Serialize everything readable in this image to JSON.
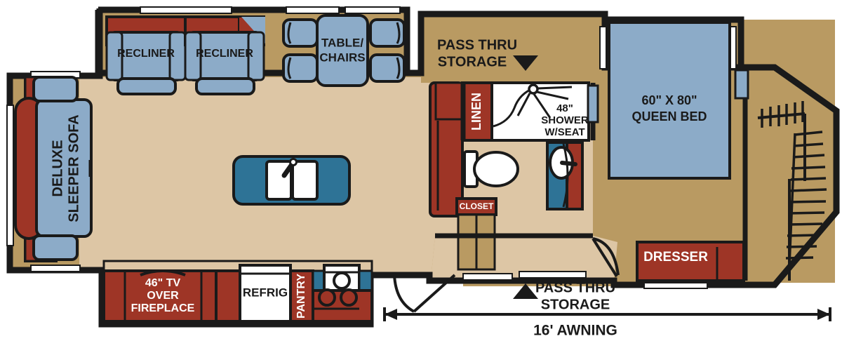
{
  "plan": {
    "title": "RV Fifth Wheel Floorplan",
    "colors": {
      "wall": "#1a1a1a",
      "floor_light": "#ddc6a5",
      "floor_dark": "#b99a62",
      "cabinet_red": "#9e3526",
      "furniture_blue": "#8cabc8",
      "island_teal": "#2e7396",
      "white": "#ffffff"
    },
    "rooms": {
      "living": "living-area",
      "kitchen": "kitchen-area",
      "bath": "bathroom",
      "bedroom": "bedroom"
    },
    "labels": {
      "recliner_1": "RECLINER",
      "recliner_2": "RECLINER",
      "table_chairs_line1": "TABLE/",
      "table_chairs_line2": "CHAIRS",
      "sleeper_sofa_line1": "DELUXE",
      "sleeper_sofa_line2": "SLEEPER SOFA",
      "tv_fireplace_line1": "46\" TV",
      "tv_fireplace_line2": "OVER",
      "tv_fireplace_line3": "FIREPLACE",
      "refrig": "REFRIG",
      "pantry": "PANTRY",
      "linen": "LINEN",
      "closet": "CLOSET",
      "shower_line1": "48\"",
      "shower_line2": "SHOWER",
      "shower_line3": "W/SEAT",
      "queen_bed_line1": "60\" X 80\"",
      "queen_bed_line2": "QUEEN BED",
      "dresser": "DRESSER",
      "pass_thru_top_line1": "PASS THRU",
      "pass_thru_top_line2": "STORAGE",
      "pass_thru_bottom_line1": "PASS THRU",
      "pass_thru_bottom_line2": "STORAGE",
      "awning": "16' AWNING"
    },
    "dimensions": {
      "bed_size": "60\" X 80\"",
      "shower_size": "48\"",
      "tv_size": "46\"",
      "awning_length": "16'"
    }
  }
}
